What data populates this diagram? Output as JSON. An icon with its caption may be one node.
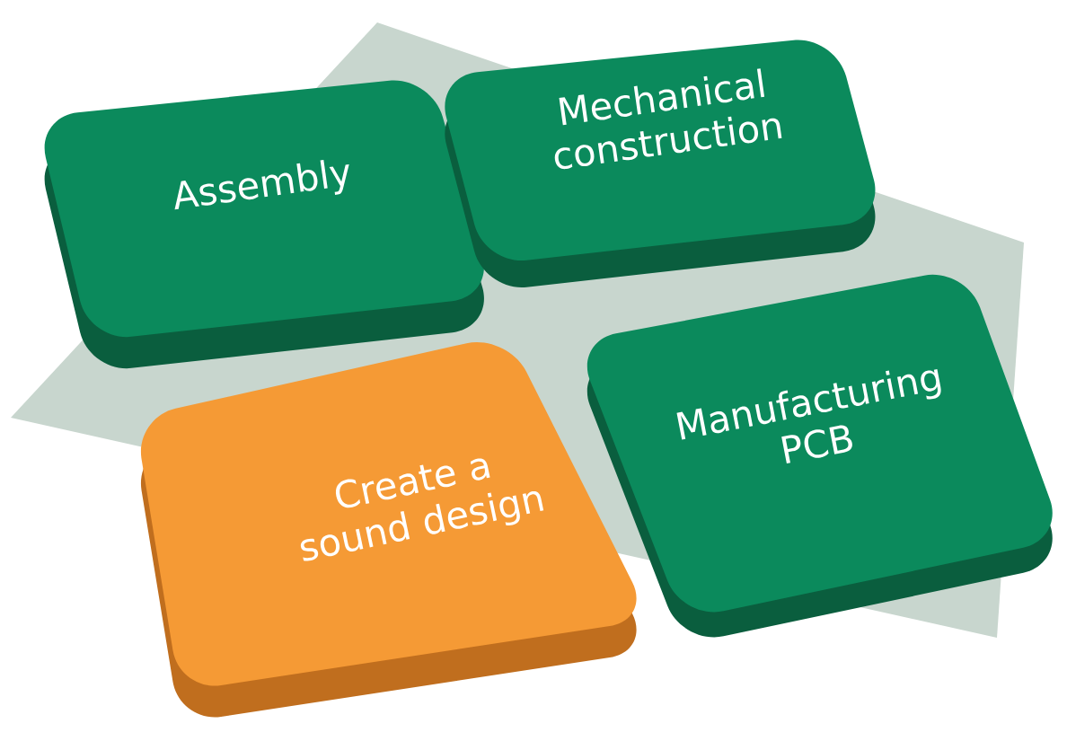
{
  "diagram": {
    "nodes": [
      {
        "text": [
          "Assembly"
        ]
      },
      {
        "text": [
          "Mechanical construction"
        ]
      },
      {
        "text": [
          "Create a sound design"
        ]
      },
      {
        "text": [
          "Manufacturing PCB"
        ]
      }
    ]
  }
}
